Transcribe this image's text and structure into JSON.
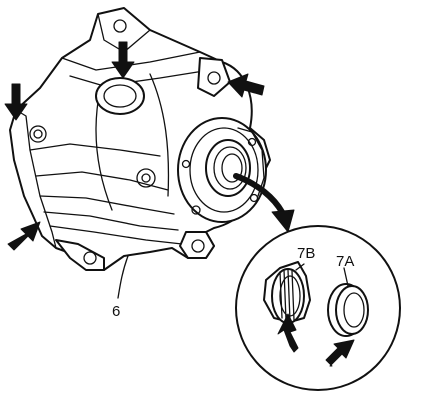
{
  "labels": {
    "housing_part": "6",
    "bearing_b": "7B",
    "bearing_a": "7A"
  },
  "colors": {
    "line": "#111111",
    "background": "#ffffff"
  }
}
